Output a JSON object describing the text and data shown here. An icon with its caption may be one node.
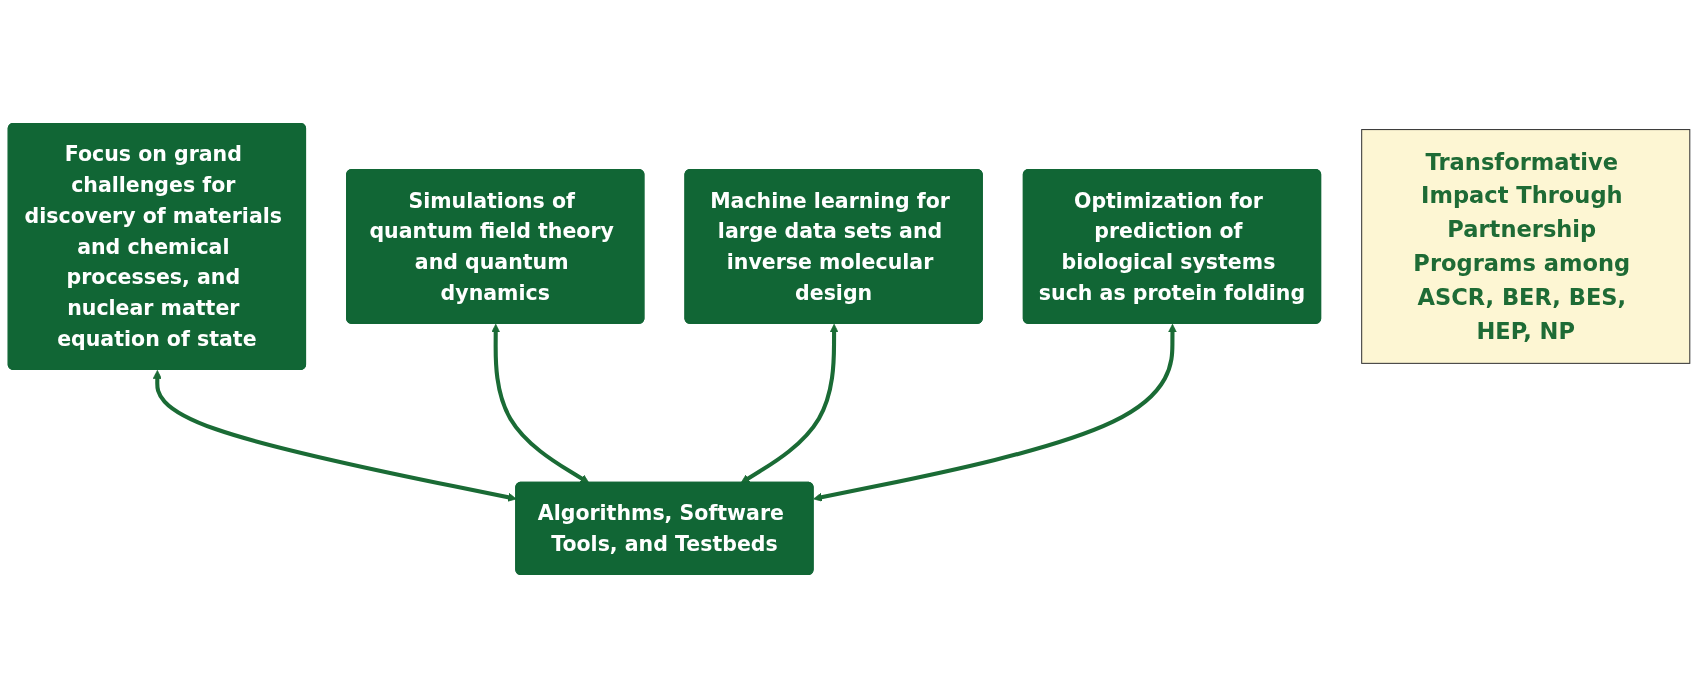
{
  "diagram": {
    "nodes": [
      {
        "text": [
          "Focus on grand challenges for discovery of materials and chemical processes, and nuclear matter equation of state"
        ]
      },
      {
        "text": [
          "Simulations of quantum field theory and quantum dynamics"
        ]
      },
      {
        "text": [
          "Machine learning for large data sets and inverse molecular design"
        ]
      },
      {
        "text": [
          "Optimization for prediction of biological systems such as protein folding"
        ]
      },
      {
        "text": [
          "Transformative Impact Through Partnership Programs among ASCR, BER, BES, HEP, NP"
        ]
      },
      {
        "text": [
          "Algorithms, Software Tools, and Testbeds"
        ]
      }
    ],
    "edges": [
      {
        "from": 0,
        "to": 5,
        "arrow": "both"
      },
      {
        "from": 1,
        "to": 5,
        "arrow": "both"
      },
      {
        "from": 2,
        "to": 5,
        "arrow": "both"
      },
      {
        "from": 3,
        "to": 5,
        "arrow": "both"
      }
    ]
  }
}
